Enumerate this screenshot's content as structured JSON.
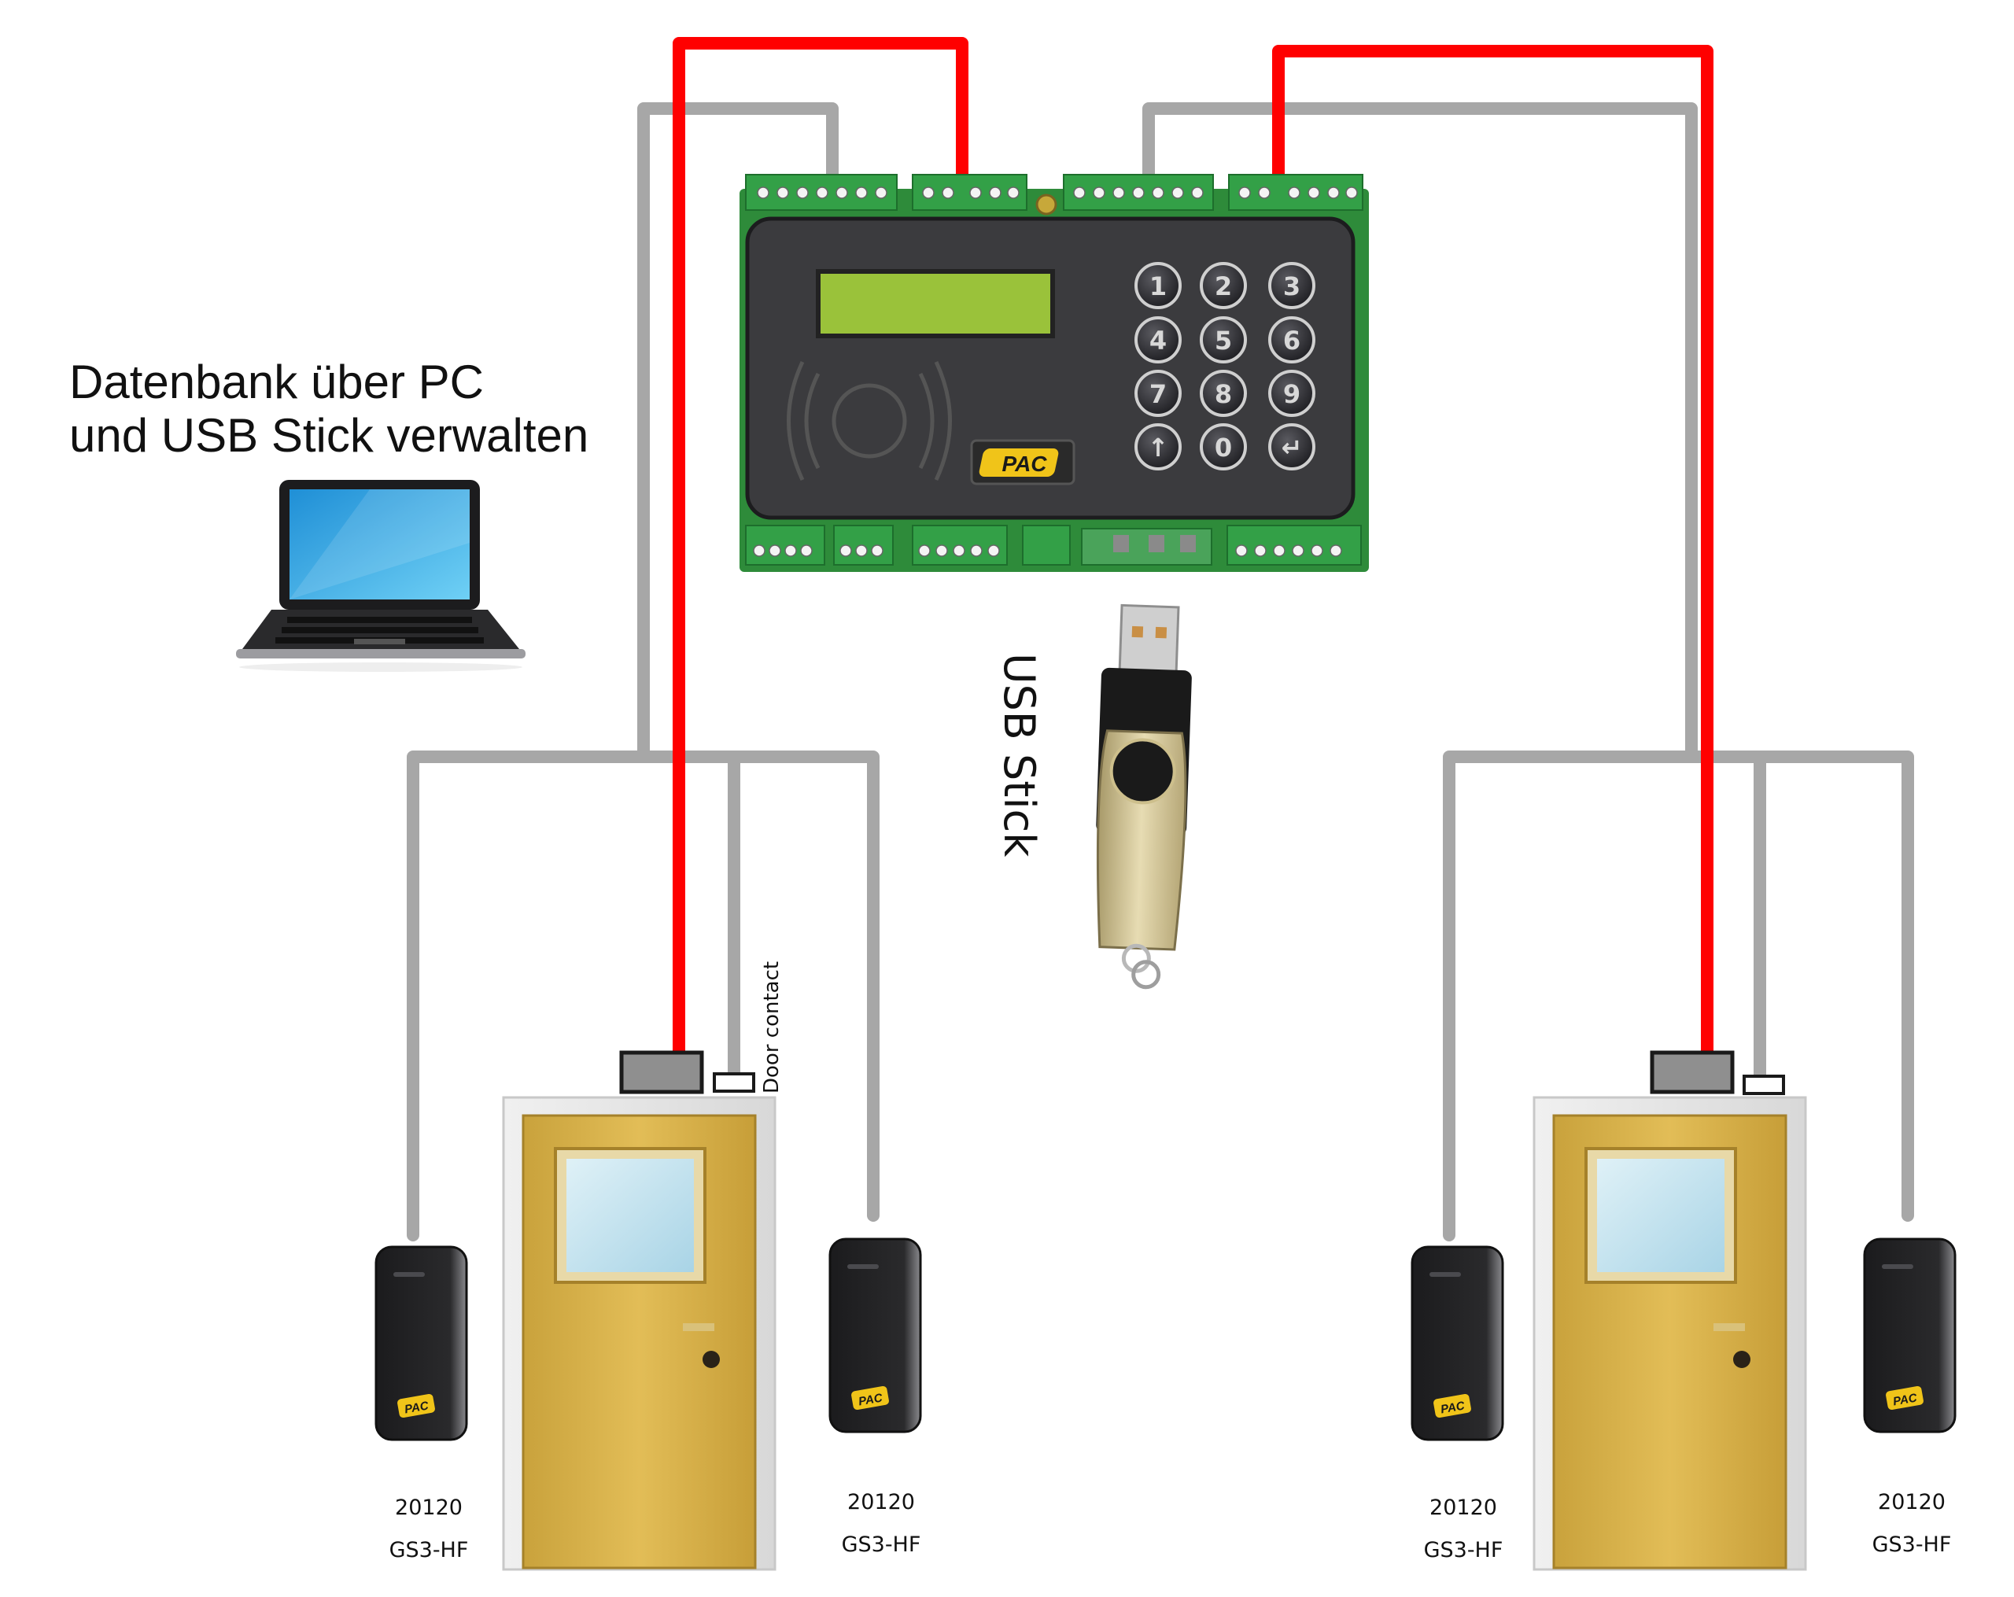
{
  "title_lines": [
    "Datenbank über PC",
    "und USB Stick verwalten"
  ],
  "usb_label": "USB Stick",
  "door_contact_label": "Door contact",
  "controller": {
    "brand": "PAC",
    "keypad_keys": [
      "1",
      "2",
      "3",
      "4",
      "5",
      "6",
      "7",
      "8",
      "9",
      "↑",
      "0",
      "↵"
    ]
  },
  "readers": [
    {
      "part_number": "20120",
      "model": "GS3-HF"
    },
    {
      "part_number": "20120",
      "model": "GS3-HF"
    },
    {
      "part_number": "20120",
      "model": "GS3-HF"
    },
    {
      "part_number": "20120",
      "model": "GS3-HF"
    }
  ],
  "colors": {
    "data_cable": "#a7a7a7",
    "power_cable": "#ff0000",
    "door": "#d8b24a",
    "pcb": "#2e8b3a",
    "housing": "#3b3b3e",
    "lcd": "#9ac23a",
    "brand_yellow": "#f0c419"
  }
}
